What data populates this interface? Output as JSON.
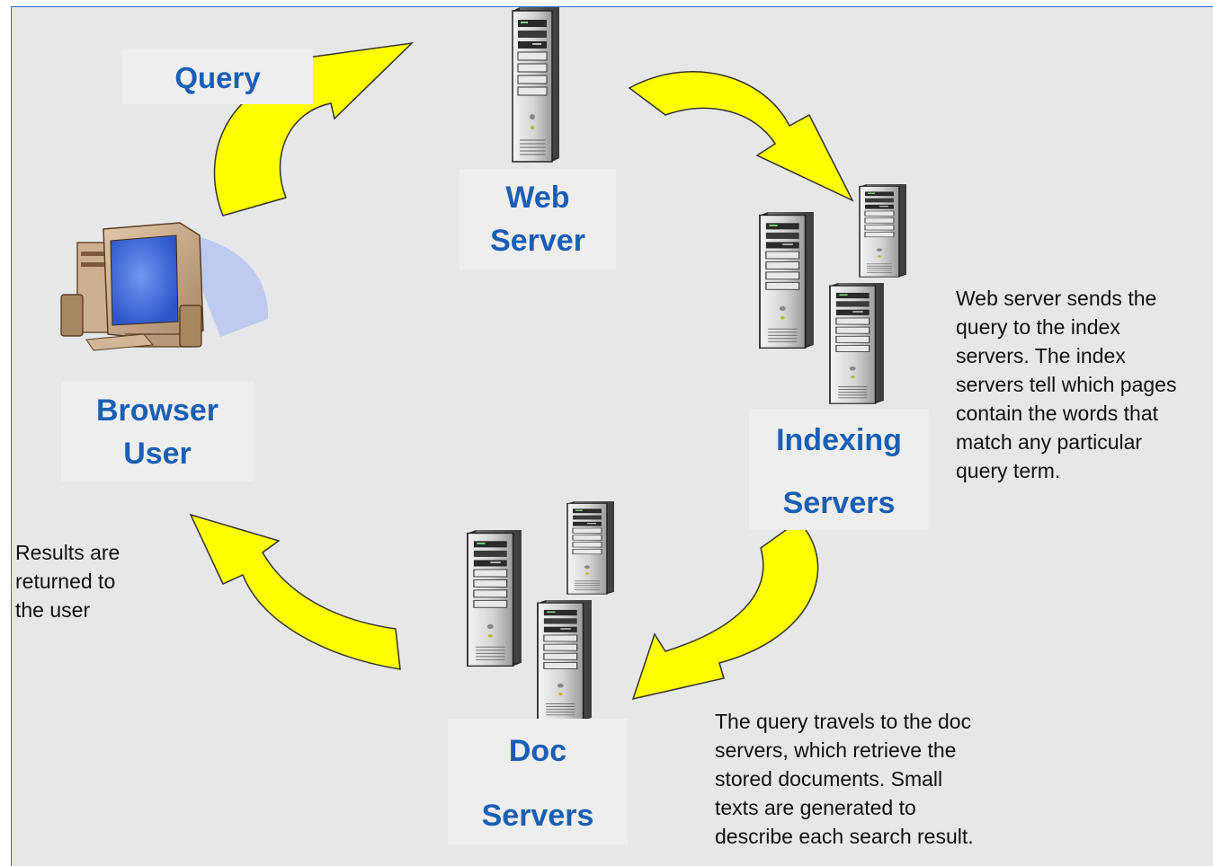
{
  "nodes": {
    "browser_user": {
      "line1": "Browser",
      "line2": "User"
    },
    "web_server": {
      "line1": "Web",
      "line2": "Server"
    },
    "indexing_servers": {
      "line1": "Indexing",
      "line2": "Servers"
    },
    "doc_servers": {
      "line1": "Doc",
      "line2": "Servers"
    }
  },
  "edge_labels": {
    "query": "Query"
  },
  "notes": {
    "index_note": "Web server sends the\nquery to the index\nservers. The index\nservers tell which pages\ncontain the words that\nmatch any particular\nquery term.",
    "doc_note": "The query travels to the doc\nservers, which retrieve the\nstored documents. Small\ntexts are generated to\ndescribe each search result.",
    "results_note": "Results are\nreturned to\nthe user"
  },
  "icons": [
    "desktop-computer-icon",
    "server-tower-icon"
  ],
  "colors": {
    "background": "#e6e7e9",
    "label_text": "#1a5fb4",
    "label_box": "#eeeeee",
    "arrow_fill": "#ffff00",
    "arrow_stroke": "#333333"
  }
}
